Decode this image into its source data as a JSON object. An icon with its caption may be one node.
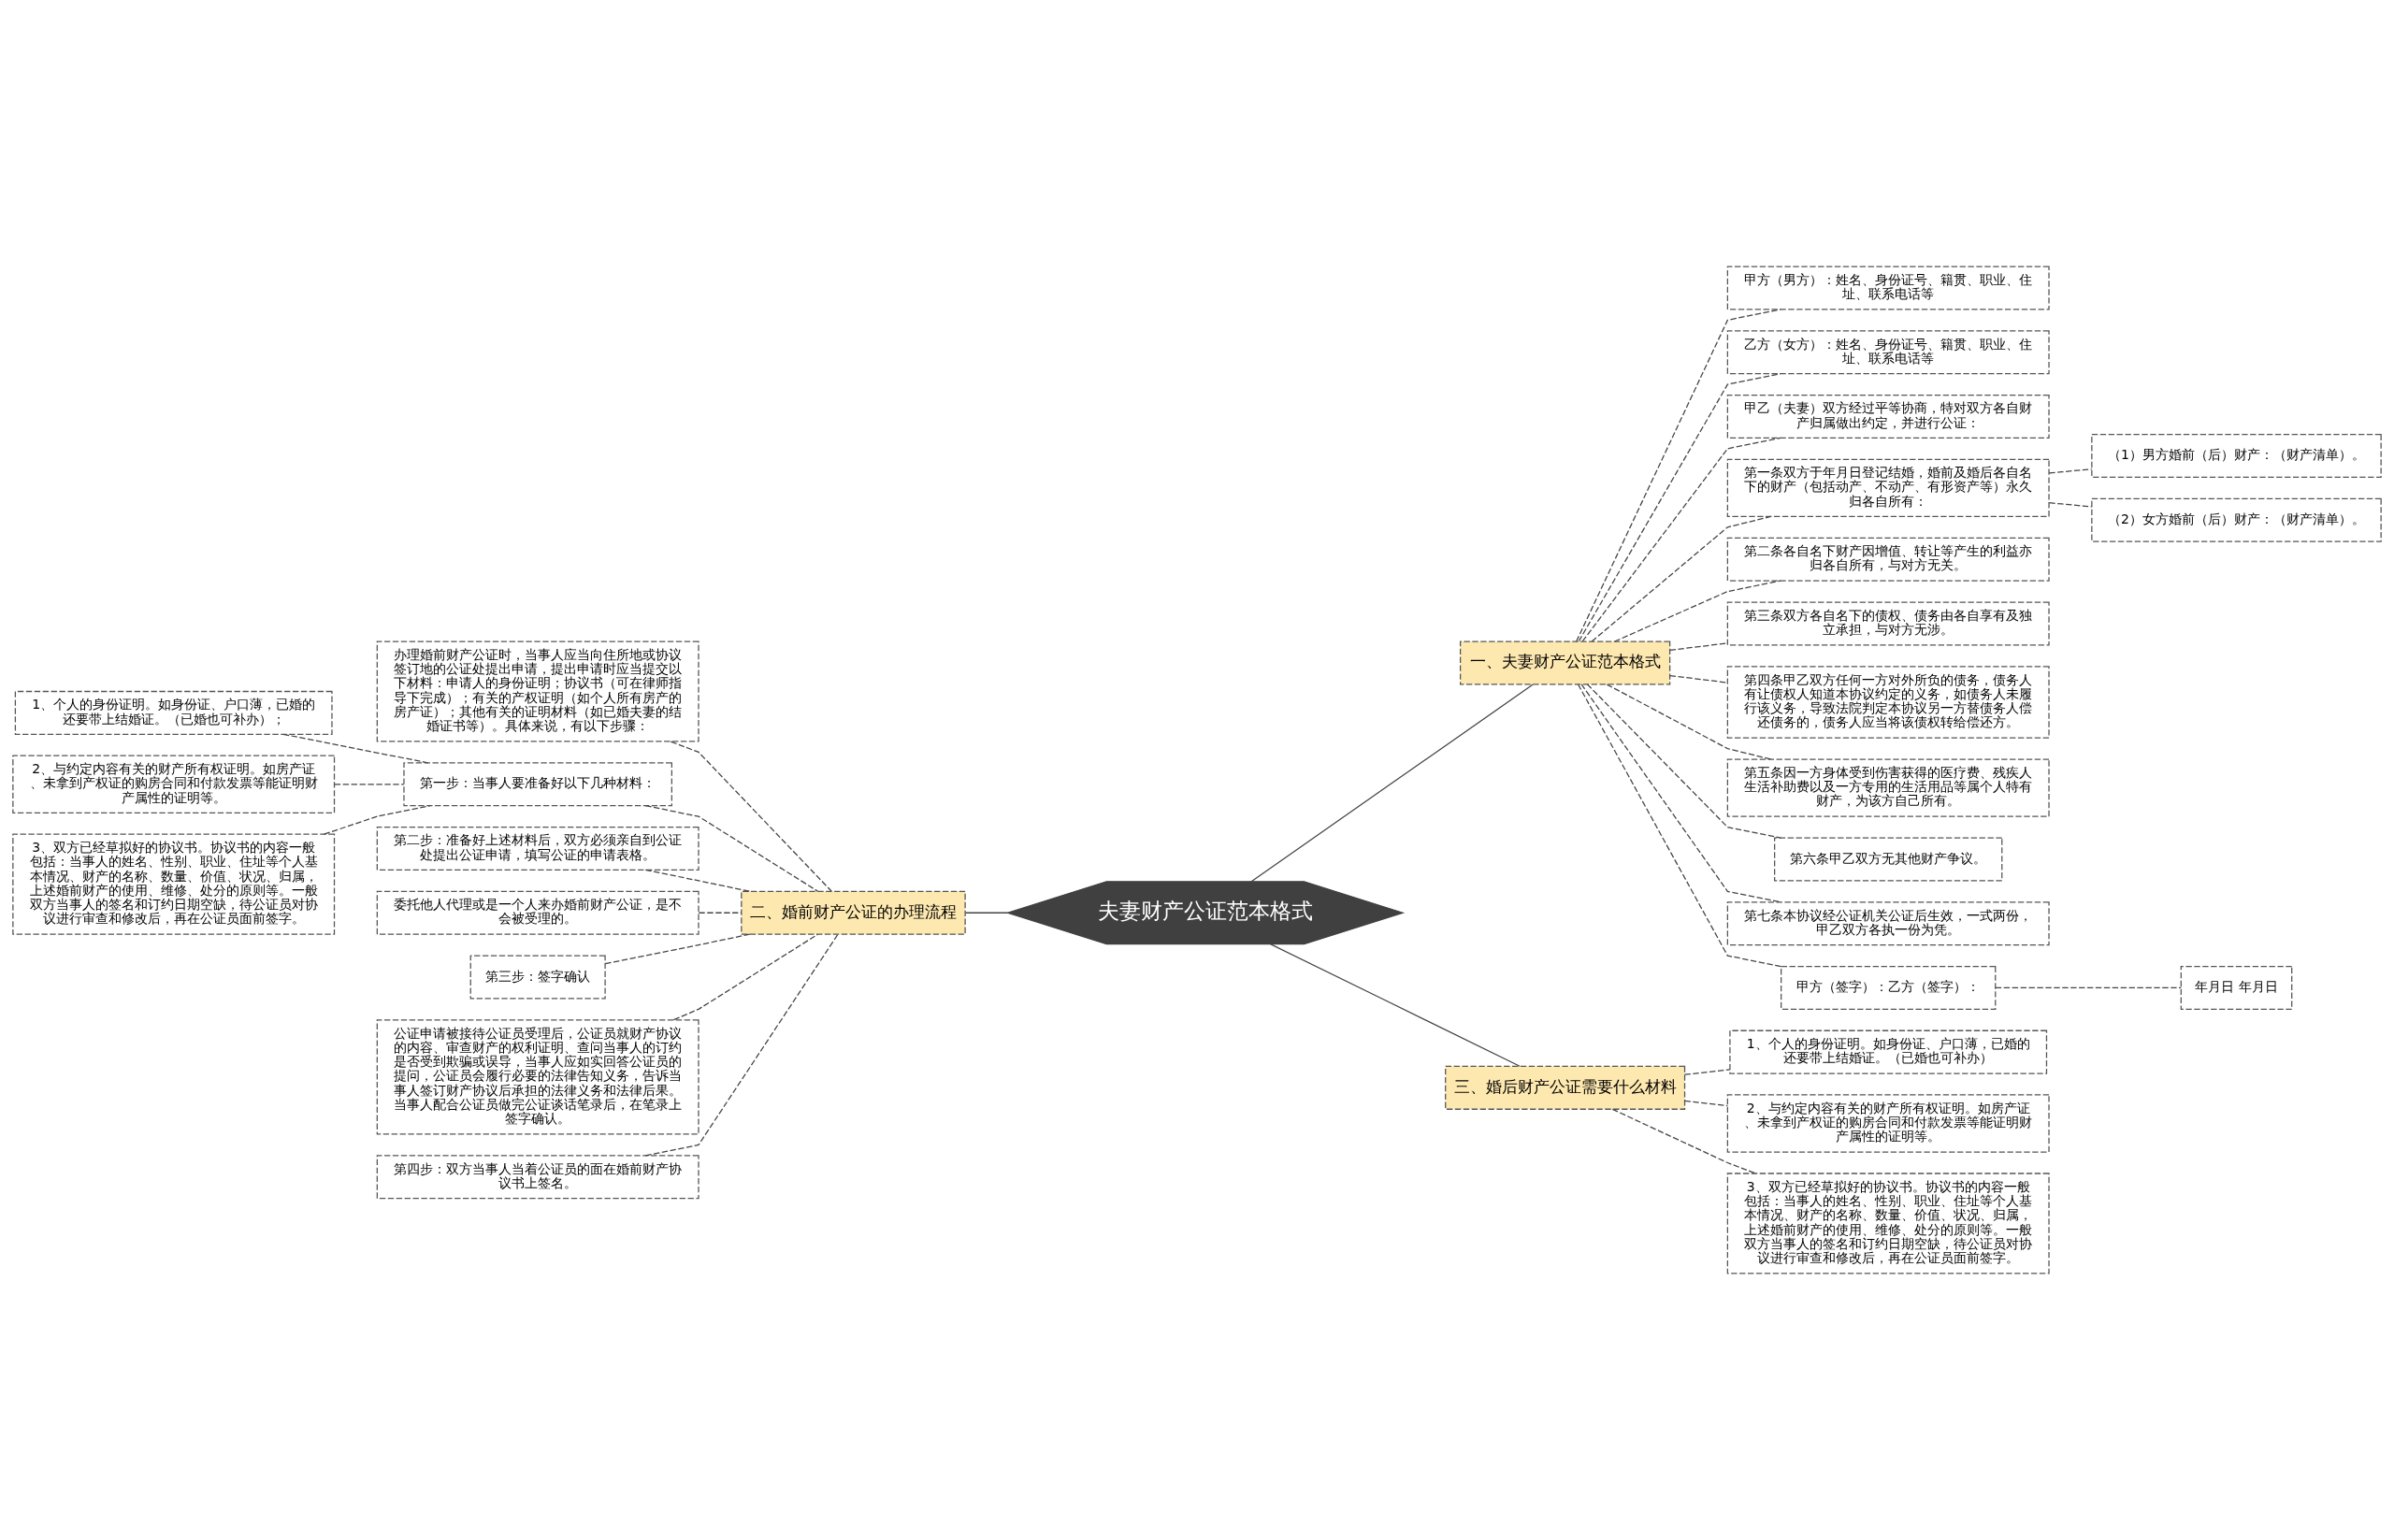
{
  "diagram": {
    "nodes": [
      {
        "text": [
          "夫妻财产公证范本格式"
        ]
      },
      {
        "text": [
          "一、夫妻财产公证范本格式"
        ]
      },
      {
        "text": [
          "甲方（男方）：姓名、身份证号、籍贯、职业、住址、联系电话等"
        ]
      },
      {
        "text": [
          "乙方（女方）：姓名、身份证号、籍贯、职业、住址、联系电话等"
        ]
      },
      {
        "text": [
          "甲乙（夫妻）双方经过平等协商，特对双方各自财产归属做出约定，并进行公证："
        ]
      },
      {
        "text": [
          "第一条双方于年月日登记结婚，婚前及婚后各自名下的财产（包括动产、不动产、有形资产等）永久归各自所有："
        ]
      },
      {
        "text": [
          "（1）男方婚前（后）财产：（财产清单）。"
        ]
      },
      {
        "text": [
          "（2）女方婚前（后）财产：（财产清单）。"
        ]
      },
      {
        "text": [
          "第二条各自名下财产因增值、转让等产生的利益亦归各自所有，与对方无关。"
        ]
      },
      {
        "text": [
          "第三条双方各自名下的债权、债务由各自享有及独立承担，与对方无涉。"
        ]
      },
      {
        "text": [
          "第四条甲乙双方任何一方对外所负的债务，债务人有让债权人知道本协议约定的义务，如债务人未履行该义务，导致法院判定本协议另一方替债务人偿还债务的，债务人应当将该债权转给偿还方。"
        ]
      },
      {
        "text": [
          "第五条因一方身体受到伤害获得的医疗费、残疾人生活补助费以及一方专用的生活用品等属个人特有财产，为该方自己所有。"
        ]
      },
      {
        "text": [
          "第六条甲乙双方无其他财产争议。"
        ]
      },
      {
        "text": [
          "第七条本协议经公证机关公证后生效，一式两份，甲乙双方各执一份为凭。"
        ]
      },
      {
        "text": [
          "甲方（签字）：乙方（签字）："
        ]
      },
      {
        "text": [
          "年月日 年月日"
        ]
      },
      {
        "text": [
          "二、婚前财产公证的办理流程"
        ]
      },
      {
        "text": [
          "办理婚前财产公证时，当事人应当向住所地或协议签订地的公证处提出申请，提出申请时应当提交以下材料：申请人的身份证明；协议书（可在律师指导下完成）；有关的产权证明（如个人所有房产的房产证）；其他有关的证明材料（如已婚夫妻的结婚证书等）。具体来说，有以下步骤："
        ]
      },
      {
        "text": [
          "第一步：当事人要准备好以下几种材料："
        ]
      },
      {
        "text": [
          "1、个人的身份证明。如身份证、户口薄，已婚的还要带上结婚证。（已婚也可补办）；"
        ]
      },
      {
        "text": [
          "2、与约定内容有关的财产所有权证明。如房产证、未拿到产权证的购房合同和付款发票等能证明财产属性的证明等。"
        ]
      },
      {
        "text": [
          "3、双方已经草拟好的协议书。协议书的内容一般包括：当事人的姓名、性别、职业、住址等个人基本情况、财产的名称、数量、价值、状况、归属，上述婚前财产的使用、维修、处分的原则等。一般双方当事人的签名和订约日期空缺，待公证员对协议进行审查和修改后，再在公证员面前签字。"
        ]
      },
      {
        "text": [
          "第二步：准备好上述材料后，双方必须亲自到公证处提出公证申请，填写公证的申请表格。"
        ]
      },
      {
        "text": [
          "委托他人代理或是一个人来办婚前财产公证，是不会被受理的。"
        ]
      },
      {
        "text": [
          "第三步：签字确认"
        ]
      },
      {
        "text": [
          "公证申请被接待公证员受理后，公证员就财产协议的内容、审查财产的权利证明、查问当事人的订约是否受到欺骗或误导，当事人应如实回答公证员的提问，公证员会履行必要的法律告知义务，告诉当事人签订财产协议后承担的法律义务和法律后果。当事人配合公证员做完公证谈话笔录后，在笔录上签字确认。"
        ]
      },
      {
        "text": [
          "第四步：双方当事人当着公证员的面在婚前财产协议书上签名。"
        ]
      },
      {
        "text": [
          "三、婚后财产公证需要什么材料"
        ]
      },
      {
        "text": [
          "1、个人的身份证明。如身份证、户口薄，已婚的还要带上结婚证。（已婚也可补办）"
        ]
      },
      {
        "text": [
          "2、与约定内容有关的财产所有权证明。如房产证、未拿到产权证的购房合同和付款发票等能证明财产属性的证明等。"
        ]
      },
      {
        "text": [
          "3、双方已经草拟好的协议书。协议书的内容一般包括：当事人的姓名、性别、职业、住址等个人基本情况、财产的名称、数量、价值、状况、归属，上述婚前财产的使用、维修、处分的原则等。一般双方当事人的签名和订约日期空缺，待公证员对协议进行审查和修改后，再在公证员面前签字。"
        ]
      }
    ],
    "edges": [
      {
        "from": 0,
        "to": 1,
        "arrow": "none"
      },
      {
        "from": 1,
        "to": 2,
        "arrow": "none",
        "style": "dashed"
      },
      {
        "from": 1,
        "to": 3,
        "arrow": "none",
        "style": "dashed"
      },
      {
        "from": 1,
        "to": 4,
        "arrow": "none",
        "style": "dashed"
      },
      {
        "from": 1,
        "to": 5,
        "arrow": "none",
        "style": "dashed"
      },
      {
        "from": 5,
        "to": 6,
        "arrow": "none",
        "style": "dashed"
      },
      {
        "from": 5,
        "to": 7,
        "arrow": "none",
        "style": "dashed"
      },
      {
        "from": 1,
        "to": 8,
        "arrow": "none",
        "style": "dashed"
      },
      {
        "from": 1,
        "to": 9,
        "arrow": "none",
        "style": "dashed"
      },
      {
        "from": 1,
        "to": 10,
        "arrow": "none",
        "style": "dashed"
      },
      {
        "from": 1,
        "to": 11,
        "arrow": "none",
        "style": "dashed"
      },
      {
        "from": 1,
        "to": 12,
        "arrow": "none",
        "style": "dashed"
      },
      {
        "from": 1,
        "to": 13,
        "arrow": "none",
        "style": "dashed"
      },
      {
        "from": 1,
        "to": 14,
        "arrow": "none",
        "style": "dashed"
      },
      {
        "from": 14,
        "to": 15,
        "arrow": "none",
        "style": "dashed"
      },
      {
        "from": 0,
        "to": 16,
        "arrow": "none"
      },
      {
        "from": 16,
        "to": 17,
        "arrow": "none",
        "style": "dashed"
      },
      {
        "from": 16,
        "to": 18,
        "arrow": "none",
        "style": "dashed"
      },
      {
        "from": 18,
        "to": 19,
        "arrow": "none",
        "style": "dashed"
      },
      {
        "from": 18,
        "to": 20,
        "arrow": "none",
        "style": "dashed"
      },
      {
        "from": 18,
        "to": 21,
        "arrow": "none",
        "style": "dashed"
      },
      {
        "from": 16,
        "to": 22,
        "arrow": "none",
        "style": "dashed"
      },
      {
        "from": 16,
        "to": 23,
        "arrow": "none",
        "style": "dashed"
      },
      {
        "from": 16,
        "to": 24,
        "arrow": "none",
        "style": "dashed"
      },
      {
        "from": 16,
        "to": 25,
        "arrow": "none",
        "style": "dashed"
      },
      {
        "from": 16,
        "to": 26,
        "arrow": "none",
        "style": "dashed"
      },
      {
        "from": 0,
        "to": 27,
        "arrow": "none"
      },
      {
        "from": 27,
        "to": 28,
        "arrow": "none",
        "style": "dashed"
      },
      {
        "from": 27,
        "to": 29,
        "arrow": "none",
        "style": "dashed"
      },
      {
        "from": 27,
        "to": 30,
        "arrow": "none",
        "style": "dashed"
      }
    ]
  }
}
